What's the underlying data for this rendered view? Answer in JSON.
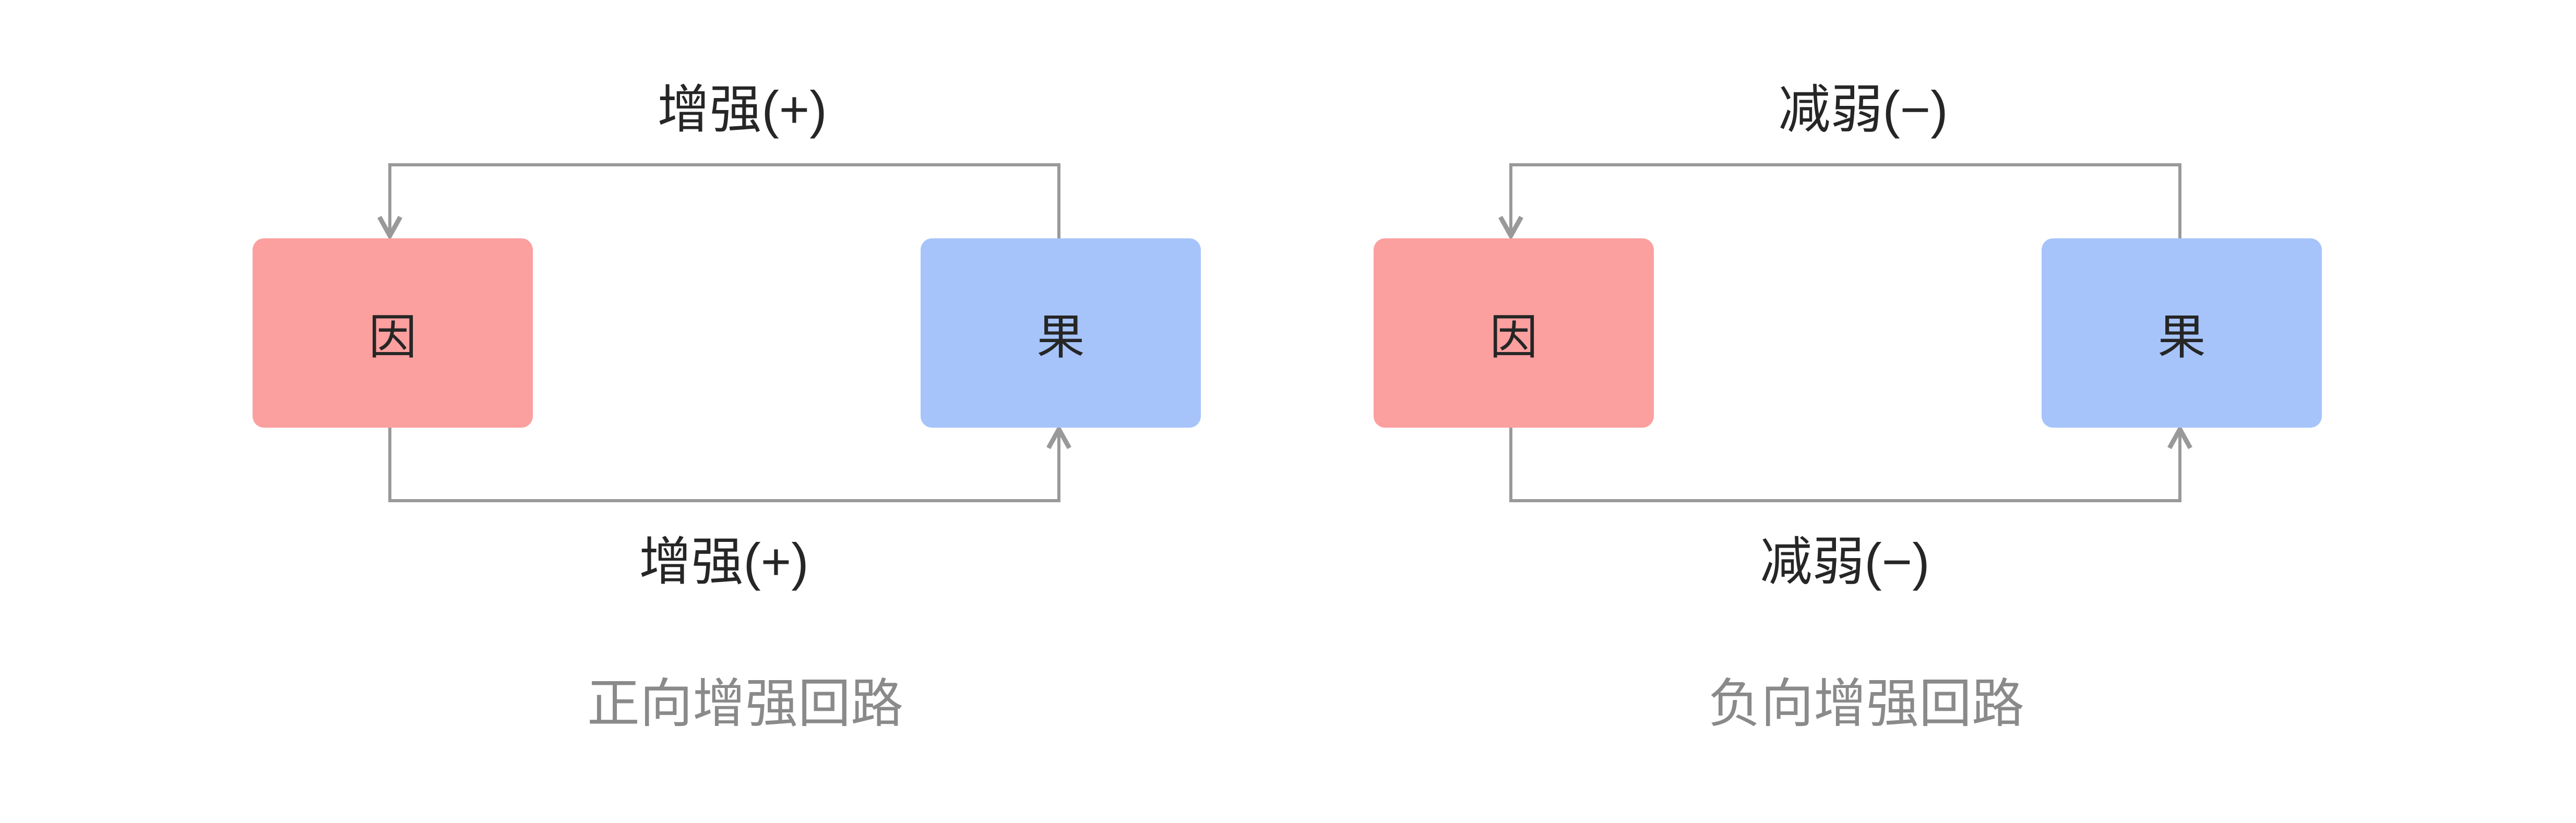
{
  "colors": {
    "cause_fill": "#FB9F9F",
    "effect_fill": "#A6C4FA",
    "edge": "#999999",
    "node_text": "#262626",
    "edge_label_text": "#262626",
    "caption_text": "#8A8A8A",
    "background": "#FFFFFF"
  },
  "diagrams": [
    {
      "top_edge_label": "增强(+)",
      "bottom_edge_label": "增强(+)",
      "cause_label": "因",
      "effect_label": "果",
      "caption": "正向增强回路"
    },
    {
      "top_edge_label": "减弱(−)",
      "bottom_edge_label": "减弱(−)",
      "cause_label": "因",
      "effect_label": "果",
      "caption": "负向增强回路"
    }
  ]
}
